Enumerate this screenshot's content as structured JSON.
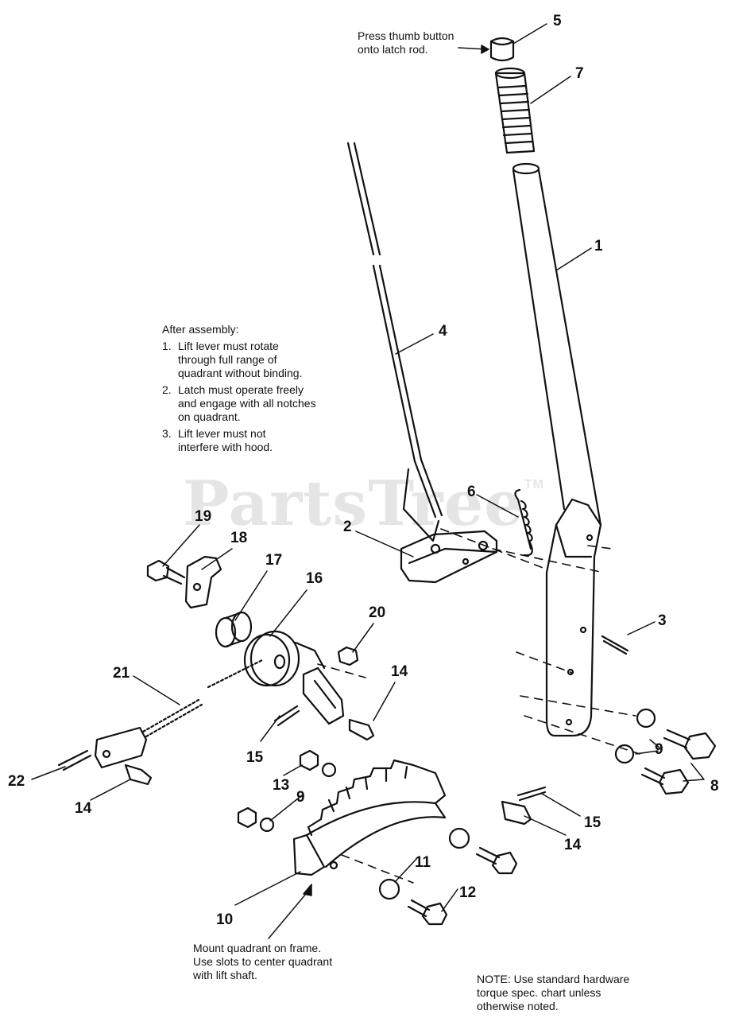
{
  "notes": {
    "thumb_button": [
      "Press thumb button",
      "onto latch rod."
    ],
    "after_assembly": {
      "heading": "After assembly:",
      "steps": [
        {
          "num": "1.",
          "lines": [
            "Lift lever must rotate",
            "through full range of",
            "quadrant without binding."
          ]
        },
        {
          "num": "2.",
          "lines": [
            "Latch must operate freely",
            "and engage with all notches",
            "on quadrant."
          ]
        },
        {
          "num": "3.",
          "lines": [
            "Lift lever must not",
            "interfere with hood."
          ]
        }
      ]
    },
    "mount_quadrant": [
      "Mount quadrant on frame.",
      "Use slots to center quadrant",
      "with lift shaft."
    ],
    "hardware": [
      "NOTE: Use standard hardware",
      "torque spec. chart unless",
      "otherwise noted."
    ]
  },
  "watermark": {
    "text": "PartsTree",
    "mark": "TM"
  },
  "callouts": {
    "c5": "5",
    "c7": "7",
    "c1": "1",
    "c4": "4",
    "c6": "6",
    "c2": "2",
    "c3": "3",
    "c19": "19",
    "c18": "18",
    "c17": "17",
    "c16": "16",
    "c20": "20",
    "c14a": "14",
    "c21": "21",
    "c15a": "15",
    "c22": "22",
    "c14b": "14",
    "c13": "13",
    "c9a": "9",
    "c9b": "9",
    "c8": "8",
    "c15b": "15",
    "c14c": "14",
    "c11": "11",
    "c12": "12",
    "c10": "10"
  },
  "colors": {
    "ink": "#111111",
    "paper": "#ffffff",
    "watermark": "#e6e6e6"
  }
}
